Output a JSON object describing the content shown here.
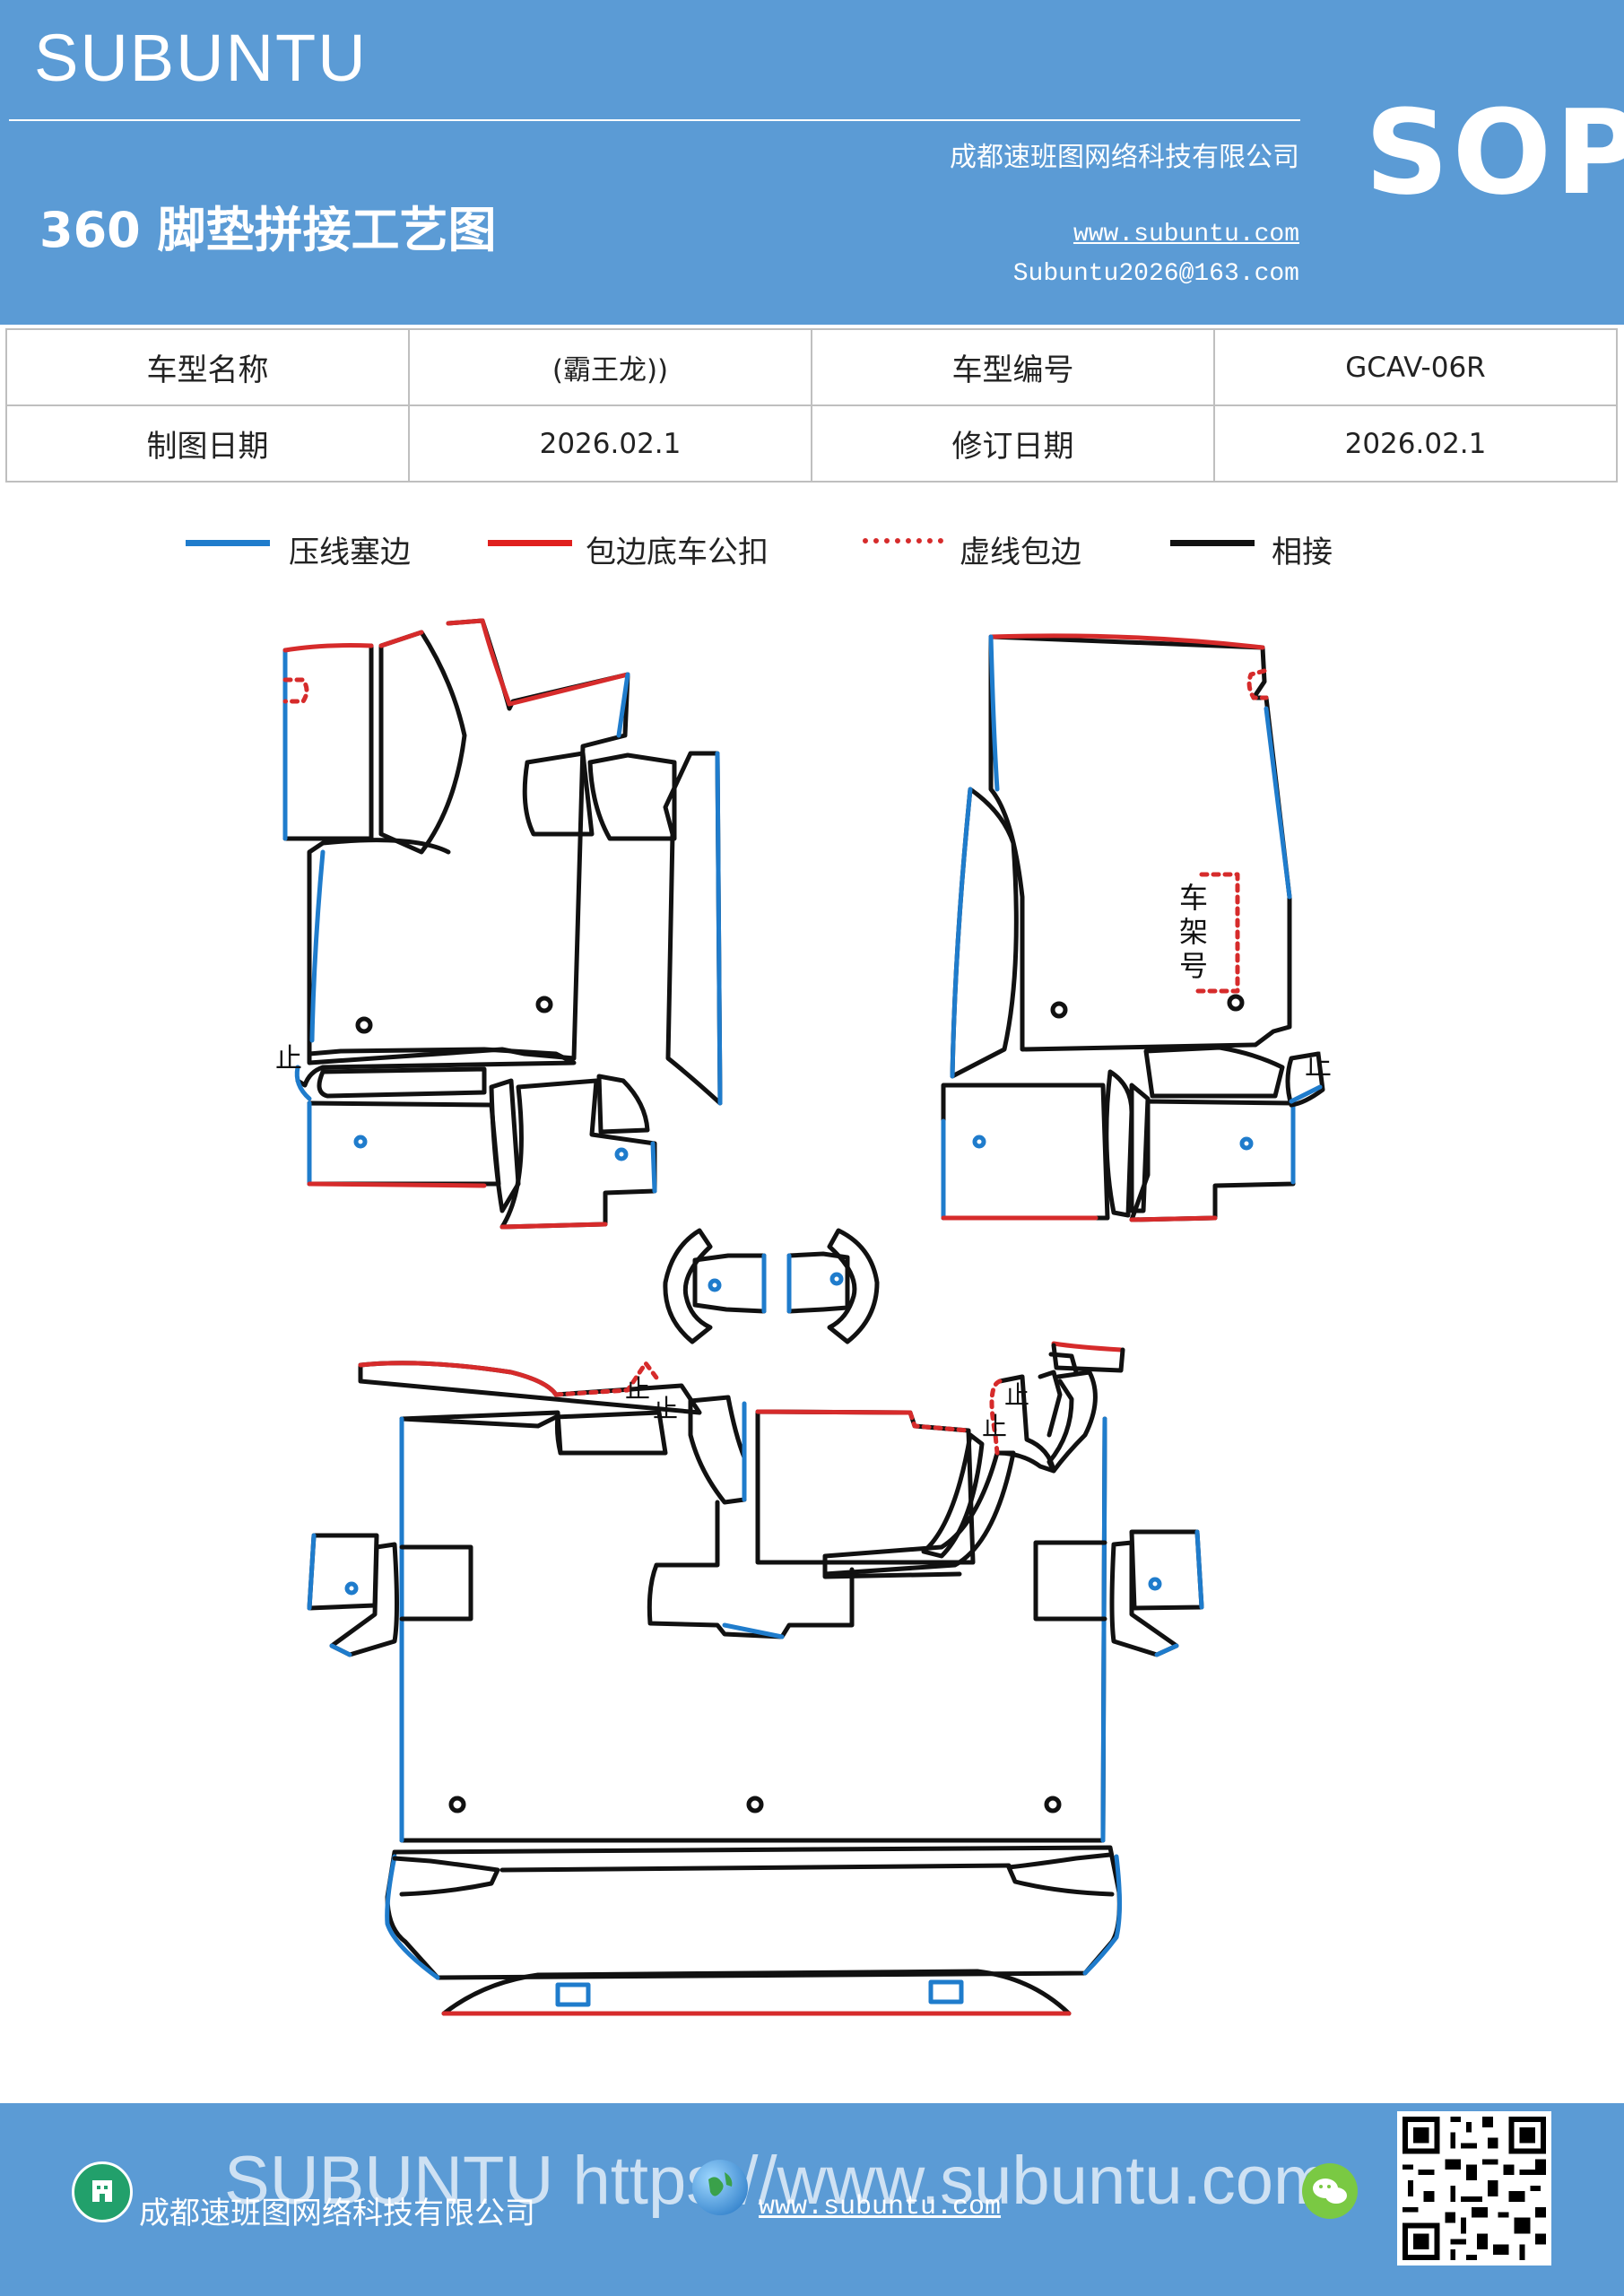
{
  "header": {
    "brand": "SUBUNTU",
    "title": "360 脚垫拼接工艺图",
    "company": "成都速班图网络科技有限公司",
    "website": "www.subuntu.com",
    "email": "Subuntu2026@163.com",
    "badge": "SOP"
  },
  "info": {
    "model_name_label": "车型名称",
    "model_name_value": "(霸王龙))",
    "model_code_label": "车型编号",
    "model_code_value": "GCAV-06R",
    "draw_date_label": "制图日期",
    "draw_date_value": "2026.02.1",
    "revise_date_label": "修订日期",
    "revise_date_value": "2026.02.1"
  },
  "legend": {
    "blue": "压线塞边",
    "red": "包边底车公扣",
    "dashed": "虚线包边",
    "black": "相接"
  },
  "drawing": {
    "vin_label": [
      "车",
      "架",
      "号"
    ],
    "stop_mark": "止"
  },
  "colors": {
    "header_bg": "#5b9bd5",
    "blue_line": "#1f7ccc",
    "red_line": "#d62b2b",
    "black_line": "#111111"
  },
  "footer": {
    "watermark": "SUBUNTU https://www.subuntu.com",
    "company": "成都速班图网络科技有限公司",
    "website": "www.subuntu.com"
  }
}
